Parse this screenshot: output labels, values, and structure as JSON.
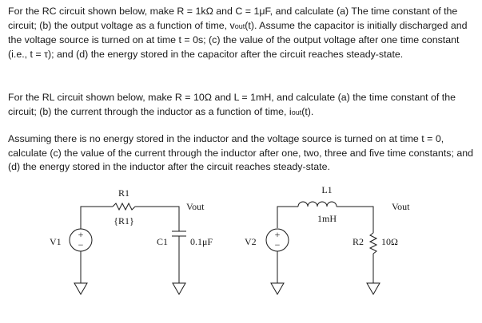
{
  "problem_rc": {
    "t1": "For the RC circuit shown below, make R = 1kΩ and C = 1μF, and calculate (a) The time constant of the circuit; (b) the output voltage as a function of time, v",
    "vout_sub": "out",
    "t2": "(t). Assume the capacitor is initially discharged and the voltage source is turned on at time t = 0s; (c) the value of the output voltage after one time constant (i.e., t = τ); and (d) the energy stored in the capacitor after the circuit reaches steady-state."
  },
  "problem_rl": {
    "t1": "For the RL circuit shown below, make R = 10Ω and L = 1mH, and calculate (a) the time constant of the circuit; (b) the current through the inductor as a function of time, i",
    "iout_sub": "out",
    "t2": "(t).",
    "t3": "Assuming there is no energy stored in the inductor and the voltage source is turned on at time t = 0, calculate (c) the value of the current through the inductor after one, two, three and five time constants; and (d) the energy stored in the inductor after the circuit reaches steady-state."
  },
  "rc_circuit": {
    "source_label": "V1",
    "resistor_label": "R1",
    "resistor_value": "{R1}",
    "output_label": "Vout",
    "capacitor_label": "C1",
    "capacitor_value": "0.1μF",
    "plus_sign": "+",
    "minus_sign": "−"
  },
  "rl_circuit": {
    "source_label": "V2",
    "inductor_label": "L1",
    "inductor_value": "1mH",
    "output_label": "Vout",
    "resistor_label": "R2",
    "resistor_value": "10Ω",
    "plus_sign": "+",
    "minus_sign": "−"
  }
}
